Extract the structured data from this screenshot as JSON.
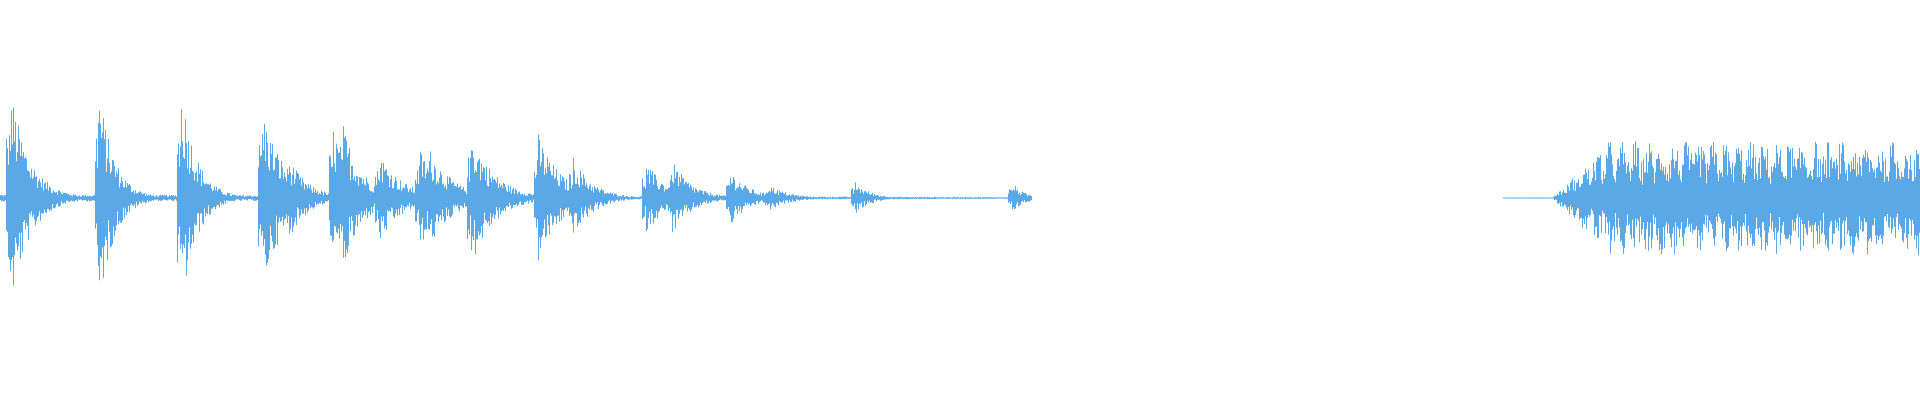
{
  "waveform": {
    "color": "#5aa9e6",
    "background": "#ffffff",
    "duration_fraction_visible": 1.0,
    "silent_gap": {
      "start": 0.537,
      "end": 0.783
    },
    "transients": [
      {
        "t": 0.005,
        "amp": 0.95,
        "decay": 0.01
      },
      {
        "t": 0.051,
        "amp": 0.97,
        "decay": 0.008
      },
      {
        "t": 0.094,
        "amp": 0.98,
        "decay": 0.008
      },
      {
        "t": 0.136,
        "amp": 0.78,
        "decay": 0.012
      },
      {
        "t": 0.15,
        "amp": 0.35,
        "decay": 0.01
      },
      {
        "t": 0.173,
        "amp": 0.62,
        "decay": 0.012
      },
      {
        "t": 0.178,
        "amp": 0.65,
        "decay": 0.01
      },
      {
        "t": 0.197,
        "amp": 0.4,
        "decay": 0.012
      },
      {
        "t": 0.218,
        "amp": 0.42,
        "decay": 0.014
      },
      {
        "t": 0.223,
        "amp": 0.44,
        "decay": 0.012
      },
      {
        "t": 0.245,
        "amp": 0.58,
        "decay": 0.012
      },
      {
        "t": 0.28,
        "amp": 0.55,
        "decay": 0.012
      },
      {
        "t": 0.298,
        "amp": 0.36,
        "decay": 0.01
      },
      {
        "t": 0.336,
        "amp": 0.3,
        "decay": 0.012
      },
      {
        "t": 0.35,
        "amp": 0.32,
        "decay": 0.01
      },
      {
        "t": 0.38,
        "amp": 0.24,
        "decay": 0.01
      },
      {
        "t": 0.4,
        "amp": 0.12,
        "decay": 0.01
      },
      {
        "t": 0.445,
        "amp": 0.14,
        "decay": 0.008
      },
      {
        "t": 0.527,
        "amp": 0.13,
        "decay": 0.006
      }
    ],
    "dense_region": {
      "start": 0.808,
      "end": 1.0,
      "amp": 0.48
    },
    "noise_floor": 0.03,
    "tail_floor_end": 0.537
  }
}
